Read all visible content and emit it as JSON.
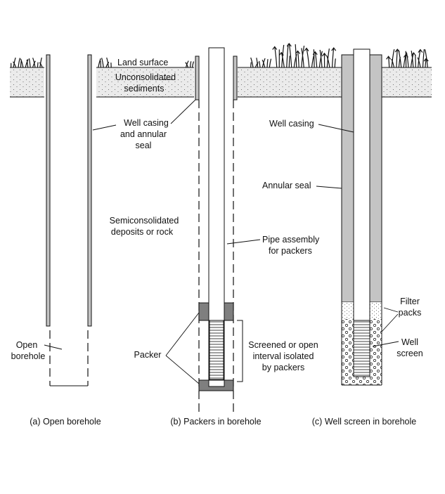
{
  "colors": {
    "sediment": "#ebebeb",
    "casing": "#c4c4c4",
    "packer": "#7f7f7f",
    "outline": "#111111"
  },
  "labels": {
    "land_surface": "Land surface",
    "unconsolidated_1": "Unconsolidated",
    "unconsolidated_2": "sediments",
    "casing_seal_1": "Well casing",
    "casing_seal_2": "and annular",
    "casing_seal_3": "seal",
    "semiconsolidated_1": "Semiconsolidated",
    "semiconsolidated_2": "deposits or rock",
    "open_borehole_1": "Open",
    "open_borehole_2": "borehole",
    "packer": "Packer",
    "pipe_assembly_1": "Pipe assembly",
    "pipe_assembly_2": "for packers",
    "screened_1": "Screened or open",
    "screened_2": "interval isolated",
    "screened_3": "by packers",
    "well_casing": "Well casing",
    "annular_seal": "Annular seal",
    "filter_packs_1": "Filter",
    "filter_packs_2": "packs",
    "well_screen_1": "Well",
    "well_screen_2": "screen"
  },
  "captions": {
    "a": "(a)  Open borehole",
    "b": "(b)  Packers in borehole",
    "c": "(c)  Well screen in borehole"
  }
}
